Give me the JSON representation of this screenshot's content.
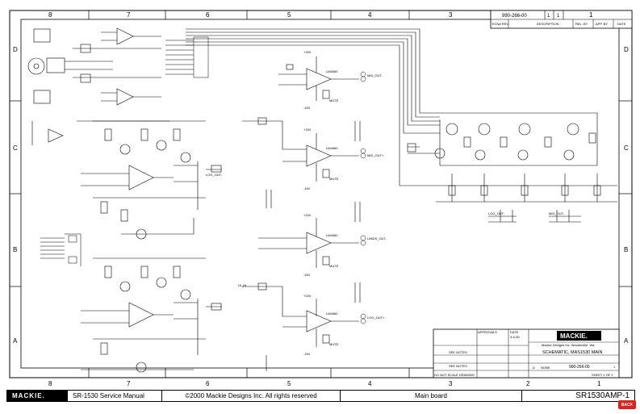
{
  "sheet": {
    "zones_horizontal": [
      "8",
      "7",
      "6",
      "5",
      "4",
      "3",
      "2",
      "1"
    ],
    "zones_vertical": [
      "D",
      "C",
      "B",
      "A"
    ]
  },
  "revision_block": {
    "dwg_no": "990-266-00",
    "rev": "1",
    "sheet_box": "1",
    "headers": [
      "ECN# REV",
      "DESCRIPTION",
      "REL. BY",
      "APP. BY",
      "DATE"
    ]
  },
  "schematic_labels": {
    "lg_out": "LOG_OUT-",
    "mid_out": "MID_OUT-",
    "mid_out_plus": "MID_OUT+",
    "lmids_out": "LMIDS_OUT-",
    "hi_in": "HI_IN",
    "lo_out": "LOG_OUT+",
    "mute": "MUTE",
    "vplus": "+15V",
    "vminus": "-15V",
    "ic_part": "LM4560"
  },
  "title_block": {
    "company_logo": "MACKIE.",
    "company_line": "Mackie Designs Inc. Woodinville, Wa.",
    "title": "SCHEMATIC, MAS1530 MAIN",
    "dwg_no": "990-266-00",
    "size": "D",
    "scale": "NONE",
    "rev": "1",
    "sheet": "SHEET 1 OF 2",
    "date": "3-5-00",
    "see_notes_1": "SEE NOTES",
    "see_notes_2": "SEE NOTES",
    "do_not_scale": "DO NOT SCALE DRAWING",
    "approvals": "APPROVALS",
    "date_label": "DATE"
  },
  "footer": {
    "logo": "MACKIE.",
    "manual": "SR-1530 Service Manual",
    "copyright": "©2000 Mackie Designs Inc. All rights reserved",
    "section": "Main board",
    "page_id": "SR1530AMP-1",
    "back": "BACK"
  }
}
